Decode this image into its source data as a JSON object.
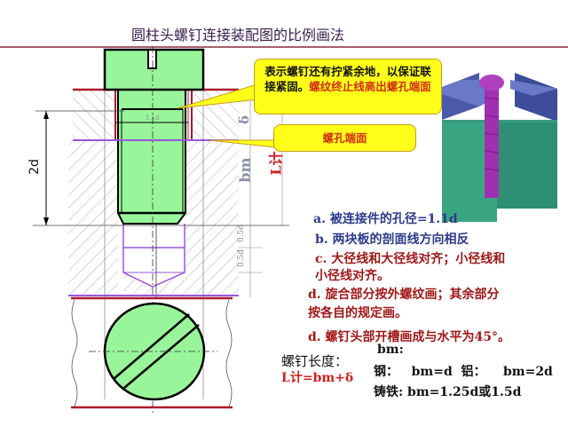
{
  "title": "圆柱头螺钉连接装配图的比例画法",
  "diagram": {
    "dim_2d": "2d",
    "dim_11d": "1.1d",
    "dim_delta": "δ",
    "dim_bm": "bm",
    "dim_L": "L计",
    "dim_05d_a": "0.5d",
    "dim_05d_b": "0.5d"
  },
  "callouts": {
    "first_black": "表示螺钉还有拧紧余地，以保证联接紧固。",
    "first_red": "螺纹终止线高出螺孔端面",
    "second": "螺孔端面"
  },
  "notes": {
    "a": "a.  被连接件的孔径=1.1d",
    "b": "b.  两块板的剖面线方向相反",
    "c1": "c. 大径线和大径线对齐；小径线和",
    "c2": "小径线对齐。",
    "d1": "d. 旋合部分按外螺纹画；其余部分",
    "d2": "按各自的规定画。",
    "d3": "d. 螺钉头部开槽画成与水平为45°。"
  },
  "length": {
    "label": "螺钉长度：",
    "formula": "L计=bm+δ",
    "bm_label": "bm:",
    "steel": "钢：   bm=d  铝：    bm=2d",
    "iron": "铸铁: bm=1.25d或1.5d"
  },
  "colors": {
    "green": "#99f59a",
    "red": "#b0182a",
    "purple": "#9955dd",
    "yellow": "#ffff1a"
  }
}
